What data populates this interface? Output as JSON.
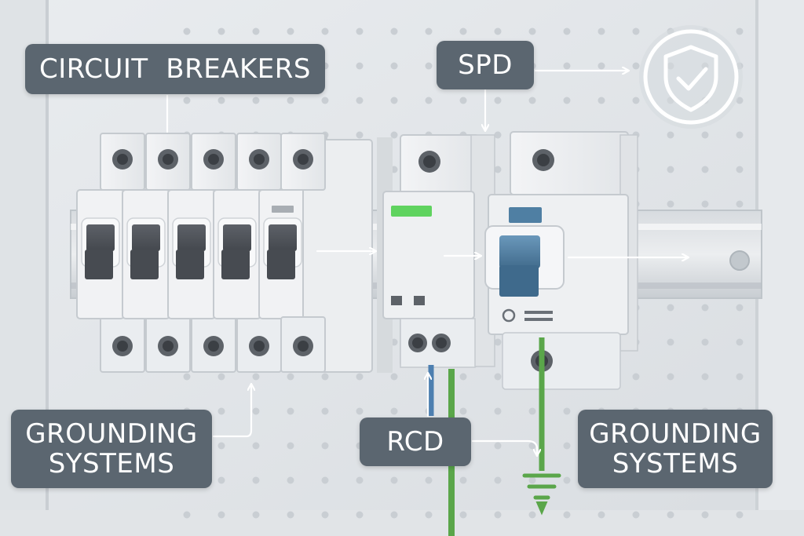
{
  "labels": {
    "circuit_breakers": "CIRCUIT  BREAKERS",
    "spd": "SPD",
    "rcd": "RCD",
    "grounding_left": [
      "GROUNDING",
      "SYSTEMS"
    ],
    "grounding_right": [
      "GROUNDING",
      "SYSTEMS"
    ]
  },
  "icons": [
    "shield-check-icon",
    "ground-symbol-icon"
  ],
  "colors": {
    "label_bg": "#5b6670",
    "label_text": "#ffffff",
    "breaker_body": "#eef0f2",
    "toggle_dark": "#4f5359",
    "toggle_blue": "#4f7fa3",
    "indicator_green": "#5fd35f",
    "wire_green": "#5aa64a",
    "wire_blue": "#4d7fb0",
    "arrow": "#ffffff"
  }
}
